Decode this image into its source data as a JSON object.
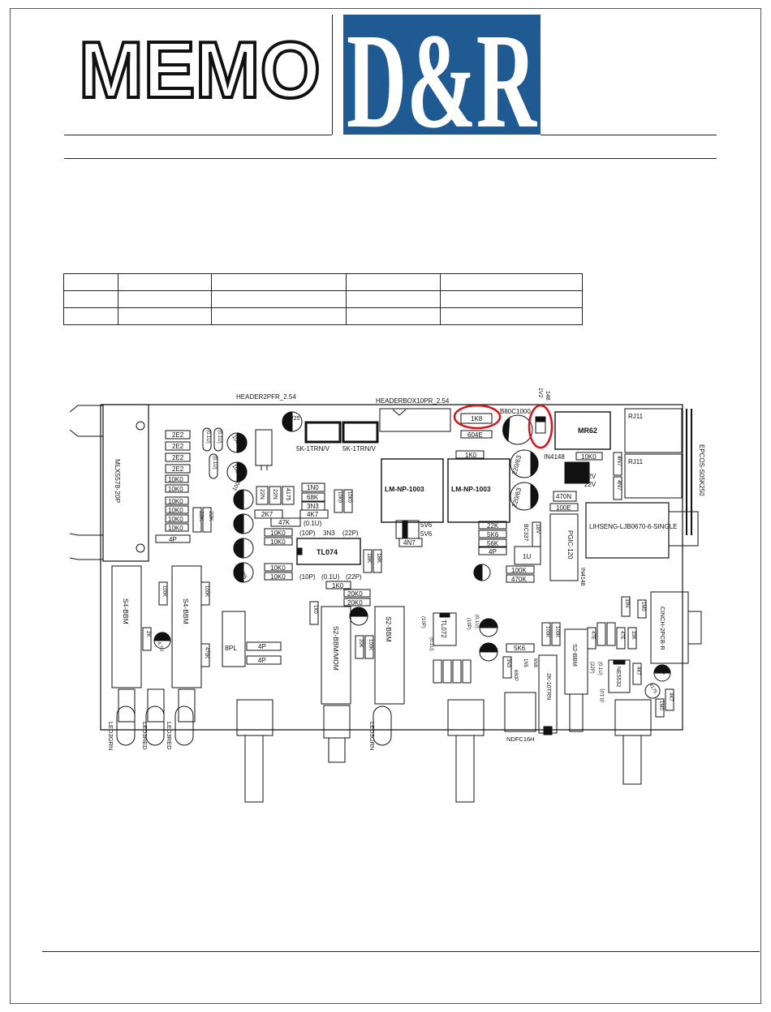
{
  "header": {
    "memo_word": "MEMO",
    "brand_logo": "D&R",
    "colors": {
      "brand_blue": "#1f5a92",
      "memo_outline": "#111111",
      "highlight_circle": "#d9141b"
    }
  },
  "memo_table": {
    "rows": [
      [
        "",
        "",
        "",
        "",
        ""
      ],
      [
        "",
        "",
        "",
        "",
        ""
      ],
      [
        "",
        "",
        "",
        "",
        ""
      ]
    ]
  },
  "pcb": {
    "connectors": {
      "header2": "HEADER2PFR_2.54",
      "header10": "HEADERBOX10PR_2.54",
      "mlx": "MLX5578-20P",
      "rj11_a": "RJ11",
      "rj11_b": "RJ11",
      "epcos": "EPCOS-S05K250",
      "lihseng": "LIHSENG-LJB0670-6-SINGLE",
      "cinch": "CINCH-2PCB-R",
      "pgic": "PGIC-120"
    },
    "ics": {
      "lm_a": "LM-NP-1003",
      "lm_b": "LM-NP-1003",
      "tl074": "TL074",
      "tl072": "TL072",
      "ne5532": "NE5532",
      "mr62": "MR62",
      "b80": "B80C1000",
      "bc337": "BC337",
      "in4148_a": "IN4148",
      "in4148_b": "IN4148",
      "trn_a": "5K-1TRN/V",
      "trn_b": "5K-1TRN/V",
      "trn_c": "2K-10TRN",
      "ndfc": "NDFC16H",
      "pl8": "8PL",
      "v148": "148",
      "v1v2": "1V2"
    },
    "switches": {
      "s4_a": "S4-BBM",
      "s4_b": "S4-BBM",
      "s2_mom": "S2-BBM/MOM",
      "s2_a": "S2-BBM",
      "s2_b": "S2-BBM"
    },
    "leds": {
      "grn_a": "LED3GRN",
      "red_a": "LED3RED",
      "red_b": "LED3RED",
      "grn_b": "LED3GRN"
    },
    "parts": {
      "r_2e2": "2E2",
      "r_10k0": "10K0",
      "r_4p": "4P",
      "r_22k": "22K",
      "r_1n0": "1N0",
      "r_68k": "68K",
      "r_3n3": "3N3",
      "r_4k7": "4K7",
      "r_47k": "47K",
      "r_2k7": "2K7",
      "r_22n": "22N",
      "r_4175": "4175",
      "r_01u": "(0.1U)",
      "r_10p": "(10P)",
      "r_22p": "(22P)",
      "r_20k0": "20K0",
      "r_18k": "18K",
      "r_100k": "100K",
      "r_470k": "470K",
      "r_1k8": "1K8",
      "r_604e": "604E",
      "r_1k0": "1K0",
      "r_5v6": "5V6",
      "r_4n7": "4N7",
      "r_5k6": "5K6",
      "r_56k": "56K",
      "r_1u": "1U",
      "r_470n": "470N",
      "r_100e": "100E",
      "r_22v": "22V",
      "r_18v": "18V",
      "r_47e": "47E",
      "r_33k": "33K",
      "r_33n": "33N",
      "r_1m0": "1M0",
      "r_6n8": "6N8",
      "r_1n5": "1N5",
      "r_680p": "680P",
      "r_2k": "2K",
      "r_20k": "20K",
      "c_100_25": "100/25",
      "c_220_63": "220/63",
      "c_1_63": "1/63",
      "c_4u7": "4,7U"
    }
  }
}
